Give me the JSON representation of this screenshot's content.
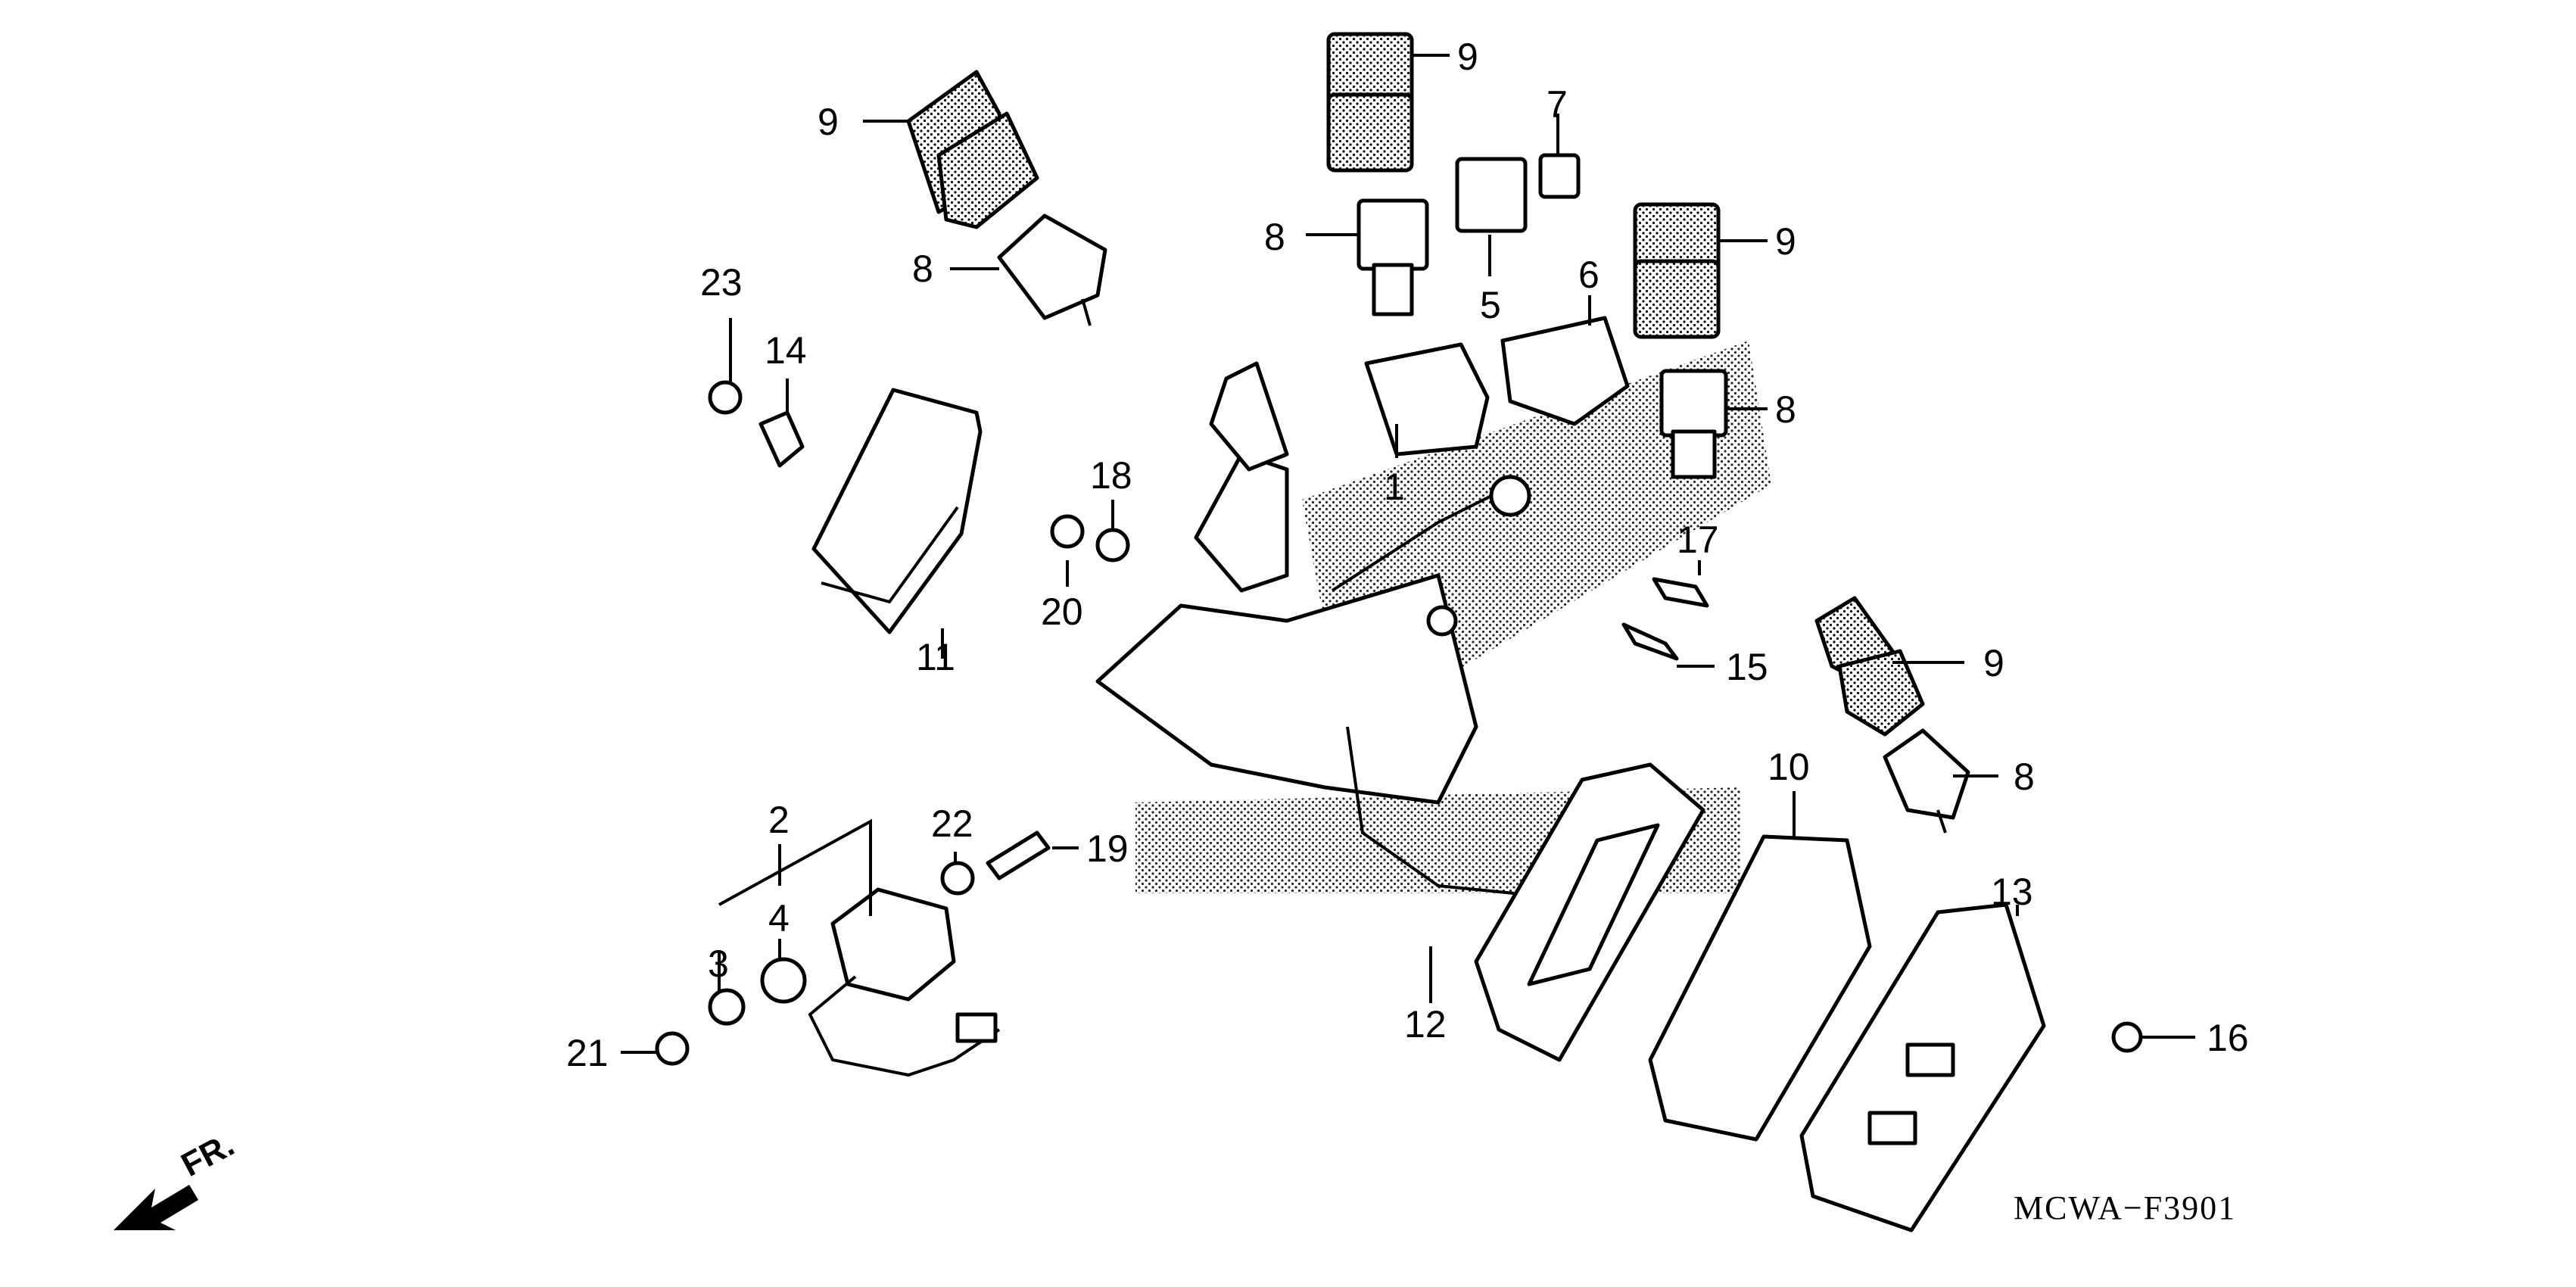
{
  "diagram": {
    "code": "MCWA−F3901",
    "direction_label": "FR.",
    "direction_icon": "arrow-front-icon",
    "callouts": [
      "1",
      "2",
      "3",
      "4",
      "5",
      "6",
      "7",
      "8",
      "8",
      "8",
      "8",
      "9",
      "9",
      "9",
      "9",
      "10",
      "11",
      "12",
      "13",
      "14",
      "15",
      "16",
      "17",
      "18",
      "19",
      "20",
      "21",
      "22",
      "23"
    ]
  }
}
